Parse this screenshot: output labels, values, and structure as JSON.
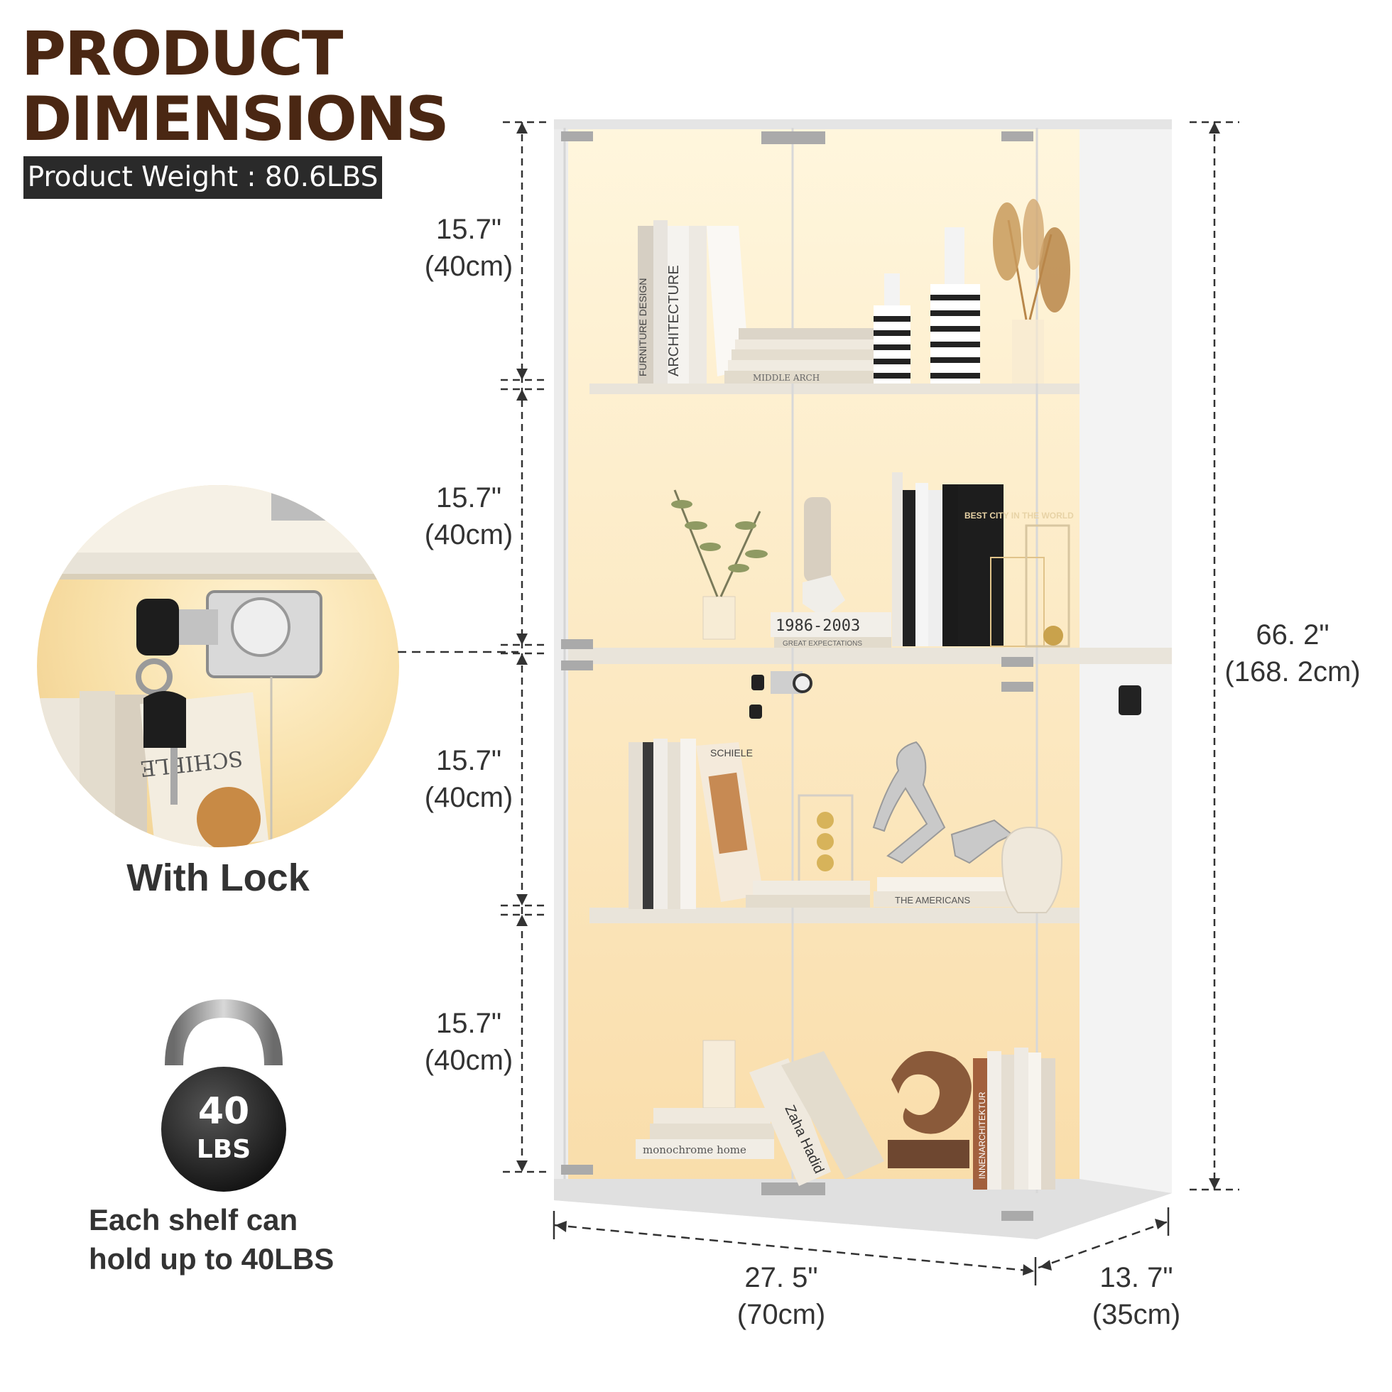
{
  "title": {
    "line1": "PRODUCT",
    "line2": "DIMENSIONS"
  },
  "weight_badge": "Product Weight : 80.6LBS",
  "lock_label": "With Lock",
  "kettlebell": {
    "number": "40",
    "unit": "LBS"
  },
  "shelf_capacity": {
    "line1": "Each shelf can",
    "line2": "hold up to 40LBS"
  },
  "shelf_dims": [
    {
      "in": "15.7\"",
      "cm": "(40cm)"
    },
    {
      "in": "15.7\"",
      "cm": "(40cm)"
    },
    {
      "in": "15.7\"",
      "cm": "(40cm)"
    },
    {
      "in": "15.7\"",
      "cm": "(40cm)"
    }
  ],
  "height_dim": {
    "in": "66. 2\"",
    "cm": "(168. 2cm)"
  },
  "width_dim": {
    "in": "27. 5\"",
    "cm": "(70cm)"
  },
  "depth_dim": {
    "in": "13. 7\"",
    "cm": "(35cm)"
  },
  "book_texts": {
    "b1": "ARCHITECTURE",
    "b2": "FURNITURE DESIGN",
    "b3": "1986-2003",
    "b4": "GREAT EXPECTATIONS",
    "b5": "BEST CITY IN THE WORLD",
    "b6": "SCHIELE",
    "b7": "THE AMERICANS",
    "b8": "monochrome home",
    "b9": "INNENARCHITEKTUR",
    "b10": "Zaha Hadid",
    "b11": "MIDDLE ARCH"
  },
  "colors": {
    "title": "#4a2713",
    "badge_bg": "#2a2a2a",
    "glow": "#fbe7b8",
    "cabinet": "#f2f2f2"
  }
}
